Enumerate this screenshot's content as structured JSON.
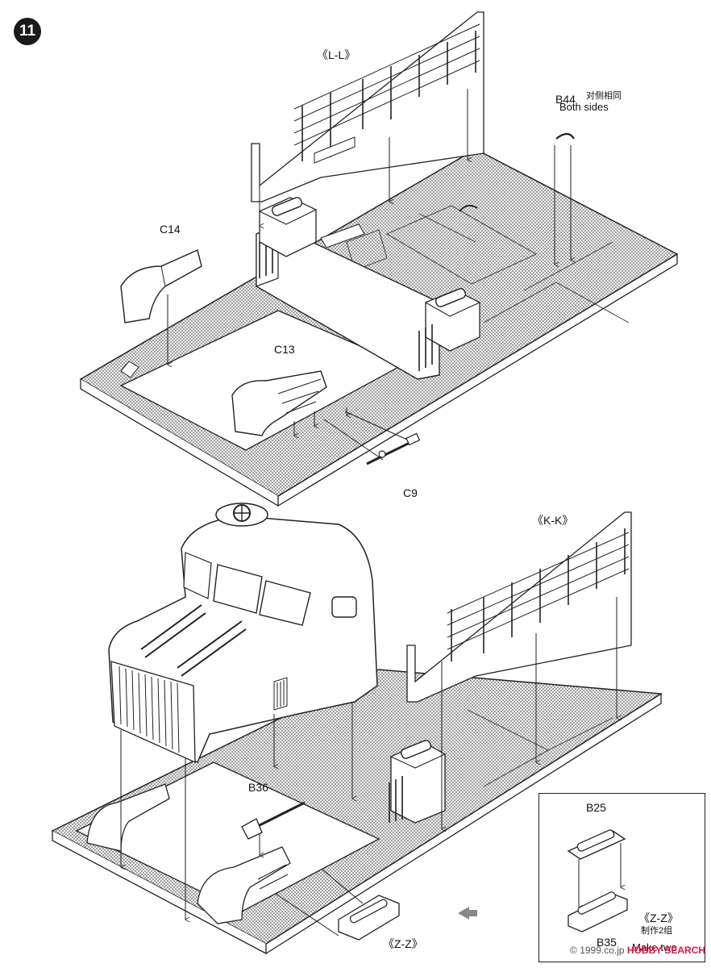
{
  "step": {
    "number": "11"
  },
  "top_assembly": {
    "rail_label": "《L-L》",
    "part_b44": "B44",
    "b44_note_cn": "对侧相同",
    "b44_note_en": "Both sides",
    "part_c14": "C14",
    "part_c13": "C13",
    "part_c9": "C9"
  },
  "bottom_assembly": {
    "rail_label": "《K-K》",
    "part_b36": "B36",
    "subassembly_ref": "《Z-Z》"
  },
  "inset": {
    "part_b25": "B25",
    "part_b35": "B35",
    "title": "《Z-Z》",
    "make_cn": "制作2组",
    "make_en": "Make two"
  },
  "watermark": {
    "site": "1999.co.jp",
    "brand": "HOBBY SEARCH",
    "mark": "©"
  },
  "colors": {
    "line": "#1a1a1a",
    "mesh": "#8a8a8a",
    "paper": "#ffffff"
  }
}
